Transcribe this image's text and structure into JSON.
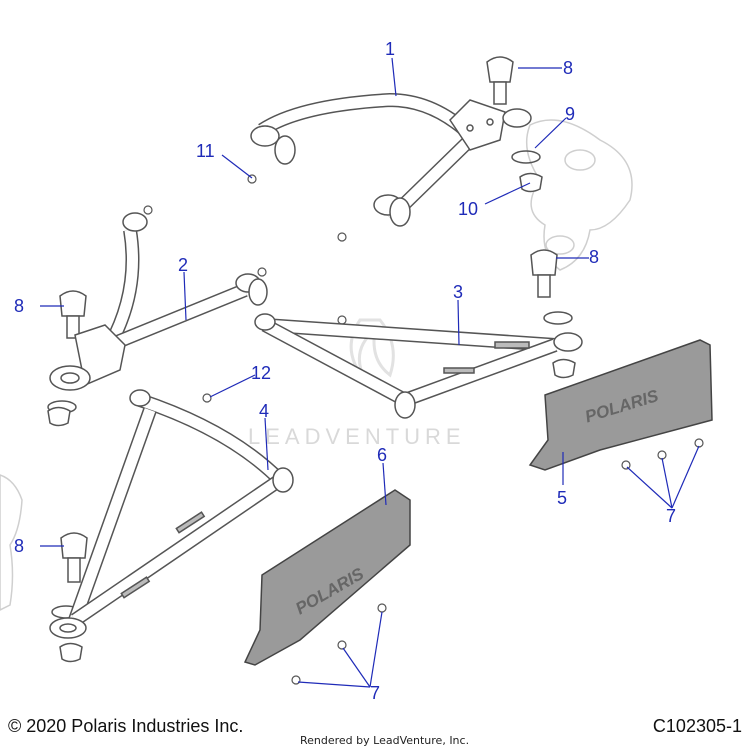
{
  "watermark": "LEADVENTURE",
  "shield_brand": "POLARIS",
  "callouts": {
    "c1": "1",
    "c2": "2",
    "c3": "3",
    "c4": "4",
    "c5": "5",
    "c6": "6",
    "c7a": "7",
    "c7b": "7",
    "c8a": "8",
    "c8b": "8",
    "c8c": "8",
    "c8d": "8",
    "c9": "9",
    "c10": "10",
    "c11": "11",
    "c12": "12"
  },
  "footer": {
    "copyright": "© 2020 Polaris Industries Inc.",
    "rendered_by": "Rendered by LeadVenture, Inc.",
    "diagram_code": "C102305-1"
  },
  "colors": {
    "callout": "#1f2bb8",
    "line": "#1f2bb8",
    "part_stroke": "#555555",
    "shield_fill": "#9a9a9a"
  }
}
